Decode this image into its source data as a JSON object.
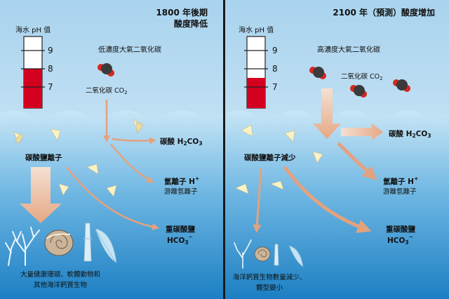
{
  "left": {
    "title_line1": "1800 年後期",
    "title_line2": "酸度降低",
    "ph_label": "海水 pH 值",
    "ticks": [
      "9",
      "8",
      "7"
    ],
    "ph_fill_fraction": 0.55,
    "atmo_label": "低濃度大氣二氧化碳",
    "co2_label": "二氧化碳 CO",
    "co2_sub": "2",
    "carbonate_ion": "碳酸鹽離子",
    "carbonic_acid": "碳酸 H",
    "carbonic_acid_sub": "2",
    "carbonic_acid_tail": "CO",
    "carbonic_acid_sub2": "3",
    "hydrogen_ion": "氫離子 H",
    "hydrogen_sup": "+",
    "free_hydrogen": "游離氫離子",
    "bicarbonate": "重碳酸鹽",
    "bicarbonate_formula": "HCO",
    "bicarbonate_sub": "3",
    "bicarbonate_sup": "−",
    "caption_line1": "大量健康珊瑚、軟體動物和",
    "caption_line2": "其他海洋鈣質生物"
  },
  "right": {
    "title": "2100 年（預測）酸度增加",
    "ph_label": "海水 pH 值",
    "ticks": [
      "9",
      "8",
      "7"
    ],
    "ph_fill_fraction": 0.42,
    "atmo_label": "高濃度大氣二氧化碳",
    "co2_label": "二氧化碳 CO",
    "co2_sub": "2",
    "carbonate_ion": "碳酸鹽離子減少",
    "carbonic_acid": "碳酸 H",
    "carbonic_acid_sub": "2",
    "carbonic_acid_tail": "CO",
    "carbonic_acid_sub2": "3",
    "hydrogen_ion": "氫離子 H",
    "hydrogen_sup": "+",
    "free_hydrogen": "游離氫離子",
    "bicarbonate": "重碳酸鹽",
    "bicarbonate_formula": "HCO",
    "bicarbonate_sub": "3",
    "bicarbonate_sup": "−",
    "caption_line1": "海洋鈣質生物數量減少、",
    "caption_line2": "體型變小"
  },
  "colors": {
    "sky_top": "#a9d3ee",
    "sky_bottom": "#e4f2fa",
    "sea_top": "#bfe0f3",
    "sea_bottom": "#1f86c8",
    "ph_red": "#d4001f",
    "arrow": "#e9b69a"
  }
}
